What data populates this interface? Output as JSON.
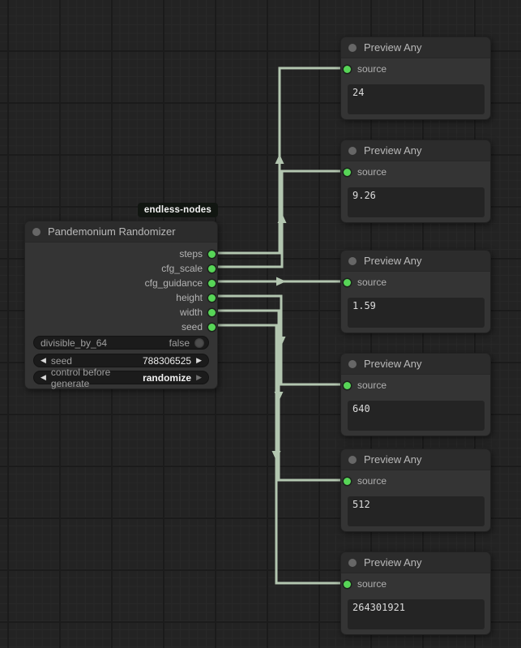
{
  "colors": {
    "canvas_bg": "#232323",
    "wire": "#b3c6b0",
    "port_green": "#57d557",
    "node_body": "#343434",
    "node_header": "#2c2c2c",
    "widget_bg": "#1b1b1b",
    "badge_bg": "#111611",
    "textwidget_bg": "#242424"
  },
  "badge": {
    "label": "endless-nodes"
  },
  "randomizer": {
    "title": "Pandemonium Randomizer",
    "outputs": [
      "steps",
      "cfg_scale",
      "cfg_guidance",
      "height",
      "width",
      "seed"
    ],
    "widgets": {
      "divisible": {
        "label": "divisible_by_64",
        "value": "false"
      },
      "seed": {
        "label": "seed",
        "value": "788306525",
        "decrement_icon": "◀",
        "increment_icon": "▶"
      },
      "control": {
        "label": "control before generate",
        "value": "randomize",
        "decrement_icon": "◀",
        "increment_icon": "▶"
      }
    }
  },
  "previews": [
    {
      "title": "Preview Any",
      "input_label": "source",
      "value": "24"
    },
    {
      "title": "Preview Any",
      "input_label": "source",
      "value": "9.26"
    },
    {
      "title": "Preview Any",
      "input_label": "source",
      "value": "1.59"
    },
    {
      "title": "Preview Any",
      "input_label": "source",
      "value": "640"
    },
    {
      "title": "Preview Any",
      "input_label": "source",
      "value": "512"
    },
    {
      "title": "Preview Any",
      "input_label": "source",
      "value": "264301921"
    }
  ]
}
